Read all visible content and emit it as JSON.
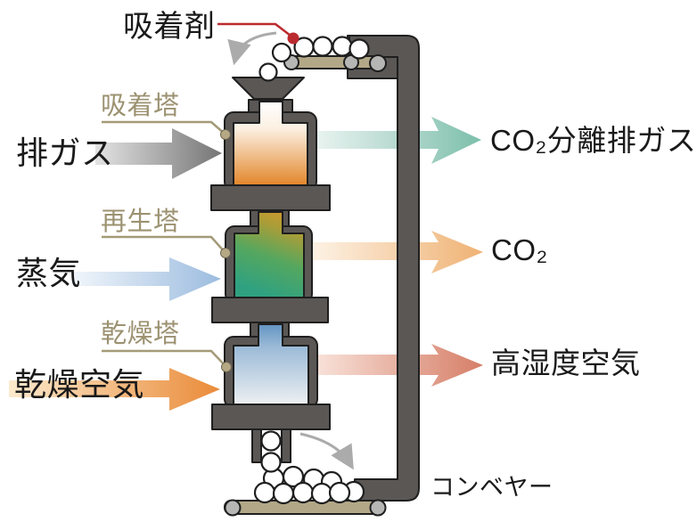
{
  "diagram": {
    "feed_label": {
      "text": "吸着剤"
    },
    "tower_labels": [
      {
        "text": "吸着塔"
      },
      {
        "text": "再生塔"
      },
      {
        "text": "乾燥塔"
      }
    ],
    "input_flows": [
      {
        "text": "排ガス"
      },
      {
        "text": "蒸気"
      },
      {
        "text": "乾燥空気"
      }
    ],
    "output_flows": [
      {
        "text": "CO₂分離排ガス"
      },
      {
        "text": "CO₂"
      },
      {
        "text": "高湿度空気"
      }
    ],
    "conveyor_label": {
      "text": "コンベヤー"
    },
    "colors": {
      "structure_dark": "#5a5755",
      "belt_khaki": "#b2a887",
      "roller_gray": "#b6b6b5",
      "pointer_red": "#bb2a2e",
      "tower_label_olive": "#9c9271",
      "exhaust_arrow": "#757575",
      "steam_arrow": "#9cbcdf",
      "dry_air_arrow": "#ea8b39",
      "co2_separated_arrow": "#7cbfab",
      "co2_arrow": "#efb274",
      "humid_air_arrow": "#d67e67",
      "adsorption_tower_fill": "#e2862a",
      "regeneration_tower_fill": "#2fa181",
      "drying_tower_fill": "#7fa5ca"
    }
  }
}
